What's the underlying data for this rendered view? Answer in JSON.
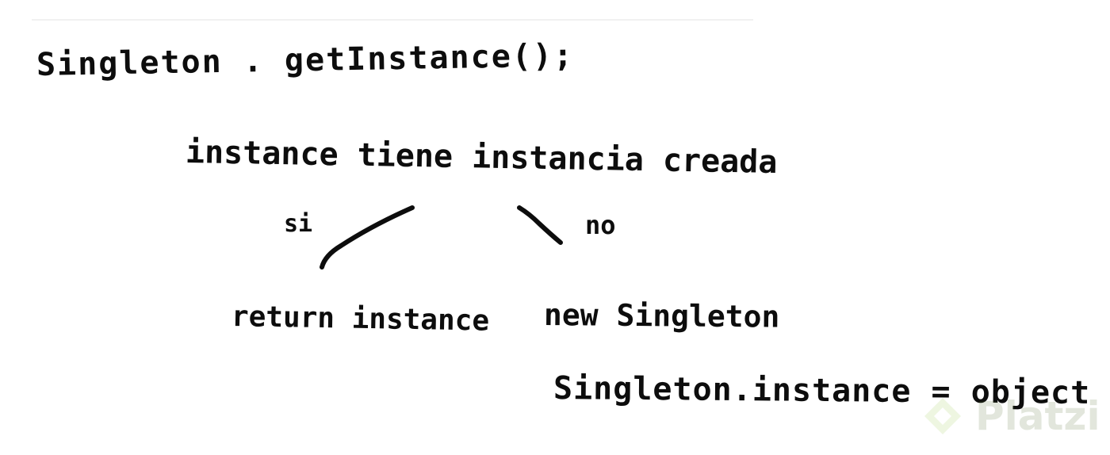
{
  "diagram": {
    "call_line": "Singleton . getInstance();",
    "question_line": "instance tiene instancia creada",
    "branch_yes_label": "si",
    "branch_no_label": "no",
    "yes_result": "return instance",
    "no_result": "new Singleton",
    "assign_line": "Singleton.instance = object"
  },
  "watermark": {
    "text": "Platzi",
    "icon": "platzi-logo-icon",
    "color": "#98c94a"
  }
}
